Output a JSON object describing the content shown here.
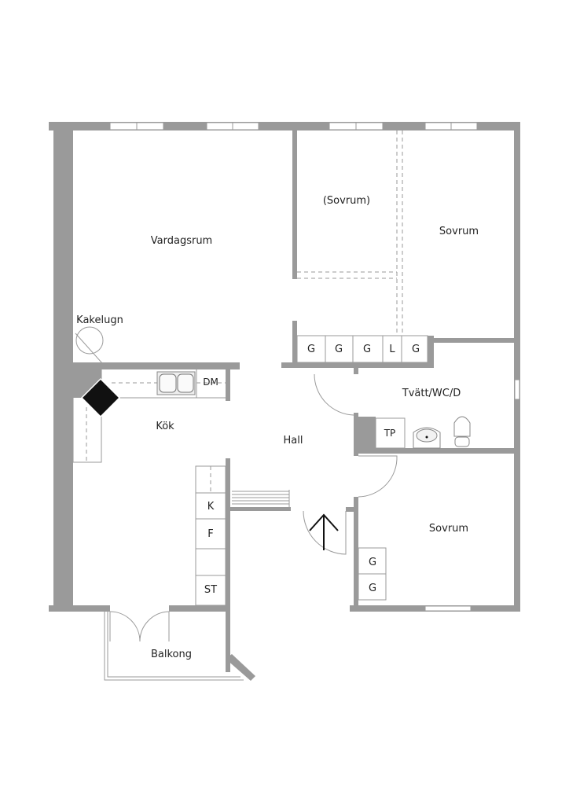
{
  "rooms": {
    "vardagsrum": "Vardagsrum",
    "sovrum_optional": "(Sovrum)",
    "sovrum_1": "Sovrum",
    "sovrum_2": "Sovrum",
    "kakelugn": "Kakelugn",
    "kok": "Kök",
    "hall": "Hall",
    "tvatt": "Tvätt/WC/D",
    "balkong": "Balkong"
  },
  "fixtures": {
    "closets_top": [
      "G",
      "G",
      "G",
      "L",
      "G"
    ],
    "closets_bedroom": [
      "G",
      "G"
    ],
    "dm": "DM",
    "tp": "TP",
    "kitchen_column": [
      "K",
      "F",
      "ST"
    ]
  },
  "colors": {
    "wall": "#9a9a9a"
  }
}
